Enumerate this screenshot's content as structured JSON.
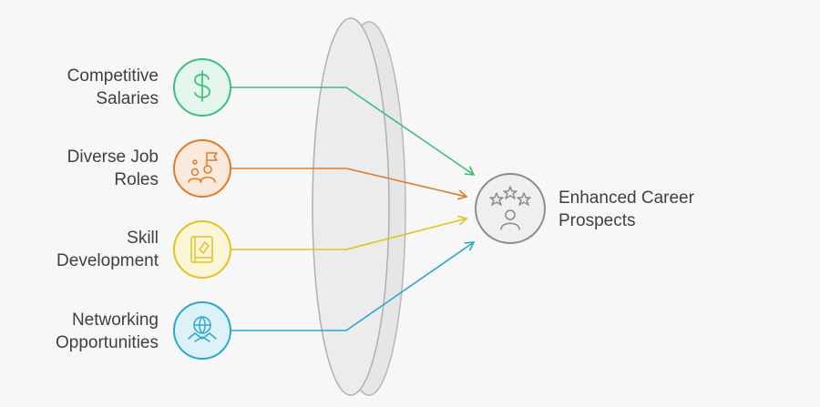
{
  "inputs": [
    {
      "label": "Competitive\nSalaries",
      "icon": "dollar-icon",
      "color": "#3dbf7a"
    },
    {
      "label": "Diverse Job\nRoles",
      "icon": "diverse-roles-icon",
      "color": "#e07b2a"
    },
    {
      "label": "Skill\nDevelopment",
      "icon": "book-icon",
      "color": "#e0c421"
    },
    {
      "label": "Networking\nOpportunities",
      "icon": "handshake-globe-icon",
      "color": "#2aa6cf"
    }
  ],
  "outcome": {
    "label": "Enhanced Career\nProspects",
    "icon": "stars-person-icon",
    "color": "#8c8c8c"
  },
  "lens_color": "#cfcfcf"
}
